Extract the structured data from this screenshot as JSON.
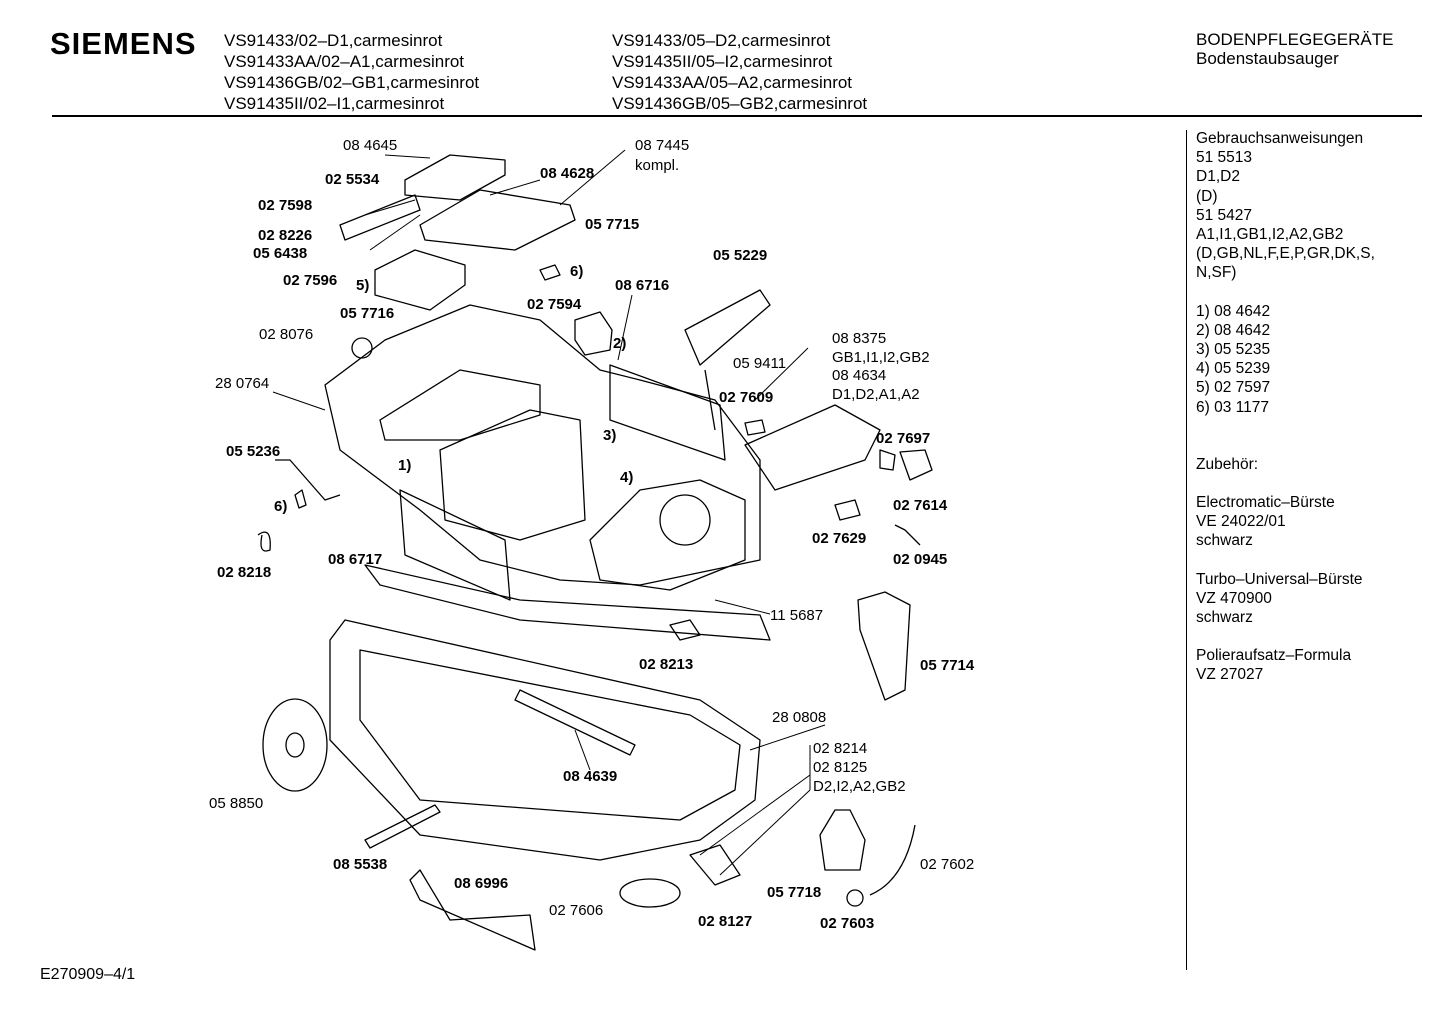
{
  "header": {
    "brand": "SIEMENS",
    "models_col1": [
      "VS91433/02–D1,carmesinrot",
      "VS91433AA/02–A1,carmesinrot",
      "VS91436GB/02–GB1,carmesinrot",
      "VS91435II/02–I1,carmesinrot"
    ],
    "models_col2": [
      "VS91433/05–D2,carmesinrot",
      "VS91435II/05–I2,carmesinrot",
      "VS91433AA/05–A2,carmesinrot",
      "VS91436GB/05–GB2,carmesinrot"
    ],
    "category": "BODENPFLEGEGERÄTE",
    "subcategory": "Bodenstaubsauger"
  },
  "sidebar": {
    "group1": [
      "Gebrauchsanweisungen",
      "51 5513",
      "D1,D2",
      "(D)",
      "51 5427",
      "A1,I1,GB1,I2,A2,GB2",
      "(D,GB,NL,F,E,P,GR,DK,S,",
      "N,SF)"
    ],
    "group2": [
      "1)  08 4642",
      "2)  08 4642",
      "3)  05 5235",
      "4)  05 5239",
      "5)  02 7597",
      "6)  03 1177"
    ],
    "group3": [
      "Zubehör:"
    ],
    "group4": [
      "Electromatic–Bürste",
      "VE 24022/01",
      "schwarz"
    ],
    "group5": [
      "Turbo–Universal–Bürste",
      "VZ 470900",
      "schwarz"
    ],
    "group6": [
      "Polieraufsatz–Formula",
      "VZ 27027"
    ]
  },
  "footer": {
    "code": "E270909–4/1"
  },
  "parts": {
    "p_084645": "08 4645",
    "p_087445": "08 7445",
    "p_kompl": "kompl.",
    "p_025534": "02 5534",
    "p_084628": "08 4628",
    "p_027598": "02 7598",
    "p_057715": "05 7715",
    "p_028226": "02 8226",
    "p_056438": "05 6438",
    "p_027596": "02 7596",
    "p_ref5a": "5)",
    "p_ref6a": "6)",
    "p_055229": "05 5229",
    "p_027594": "02 7594",
    "p_086716": "08 6716",
    "p_057716": "05 7716",
    "p_028076": "02 8076",
    "p_ref2": "2)",
    "p_088375": "08 8375",
    "p_gb1i1": "GB1,I1,I2,GB2",
    "p_084634": "08 4634",
    "p_d1d2": "D1,D2,A1,A2",
    "p_059411": "05 9411",
    "p_280764": "28 0764",
    "p_027609": "02 7609",
    "p_ref3": "3)",
    "p_027697": "02 7697",
    "p_055236": "05 5236",
    "p_ref1": "1)",
    "p_ref4": "4)",
    "p_ref6b": "6)",
    "p_027614": "02 7614",
    "p_027629": "02 7629",
    "p_020945": "02 0945",
    "p_028218": "02 8218",
    "p_086717": "08 6717",
    "p_115687": "11 5687",
    "p_028213": "02 8213",
    "p_057714": "05 7714",
    "p_280808": "28 0808",
    "p_028214": "02 8214",
    "p_028125": "02 8125",
    "p_d2i2": "D2,I2,A2,GB2",
    "p_084639": "08 4639",
    "p_058850": "05 8850",
    "p_027602": "02 7602",
    "p_085538": "08 5538",
    "p_086996": "08 6996",
    "p_027606": "02 7606",
    "p_057718": "05 7718",
    "p_028127": "02 8127",
    "p_027603": "02 7603"
  }
}
